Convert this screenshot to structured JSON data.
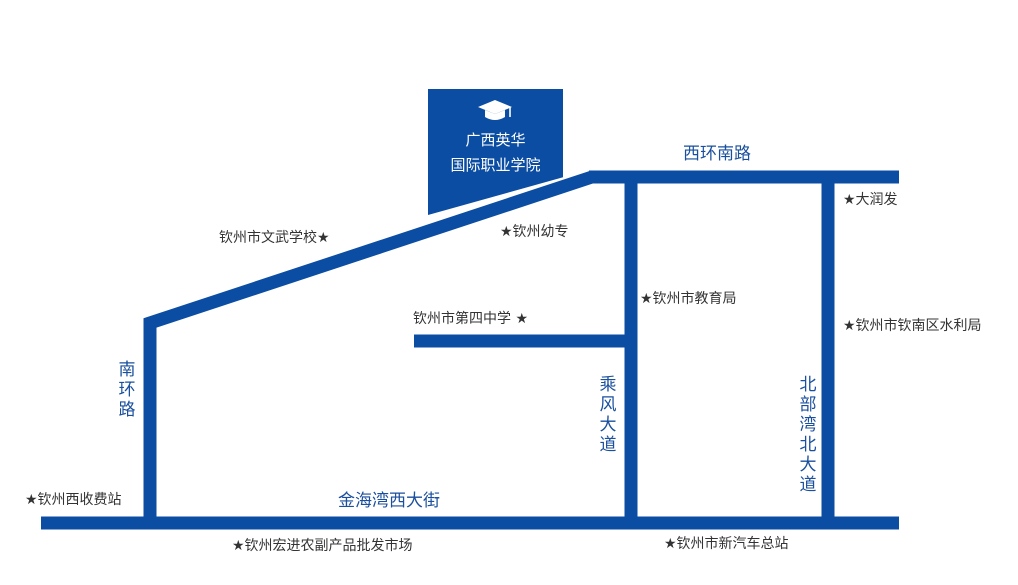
{
  "colors": {
    "road": "#0b4da2",
    "road_label": "#1a4f9e",
    "text": "#333333",
    "badge_bg": "#0b4da2",
    "badge_text": "#ffffff"
  },
  "school": {
    "icon": "graduation-cap-icon",
    "name_line1": "广西英华",
    "name_line2": "国际职业学院"
  },
  "roads": {
    "xihuan_south": "西环南路",
    "nanhuan": [
      "南",
      "环",
      "路"
    ],
    "chengfeng": [
      "乘",
      "风",
      "大",
      "道"
    ],
    "beibuwan_north": [
      "北",
      "部",
      "湾",
      "北",
      "大",
      "道"
    ],
    "jinhaiwan_west": "金海湾西大街"
  },
  "landmarks": {
    "wenwu_school": "钦州市文武学校★",
    "preschool": "★钦州幼专",
    "dadrunfa": "★大润发",
    "education_bureau": "★钦州市教育局",
    "no4_middle_school": "钦州市第四中学 ★",
    "water_bureau": "★钦州市钦南区水利局",
    "west_toll_station": "★钦州西收费站",
    "hongjin_market": "★钦州宏进农副产品批发市场",
    "bus_station": "★钦州市新汽车总站"
  }
}
